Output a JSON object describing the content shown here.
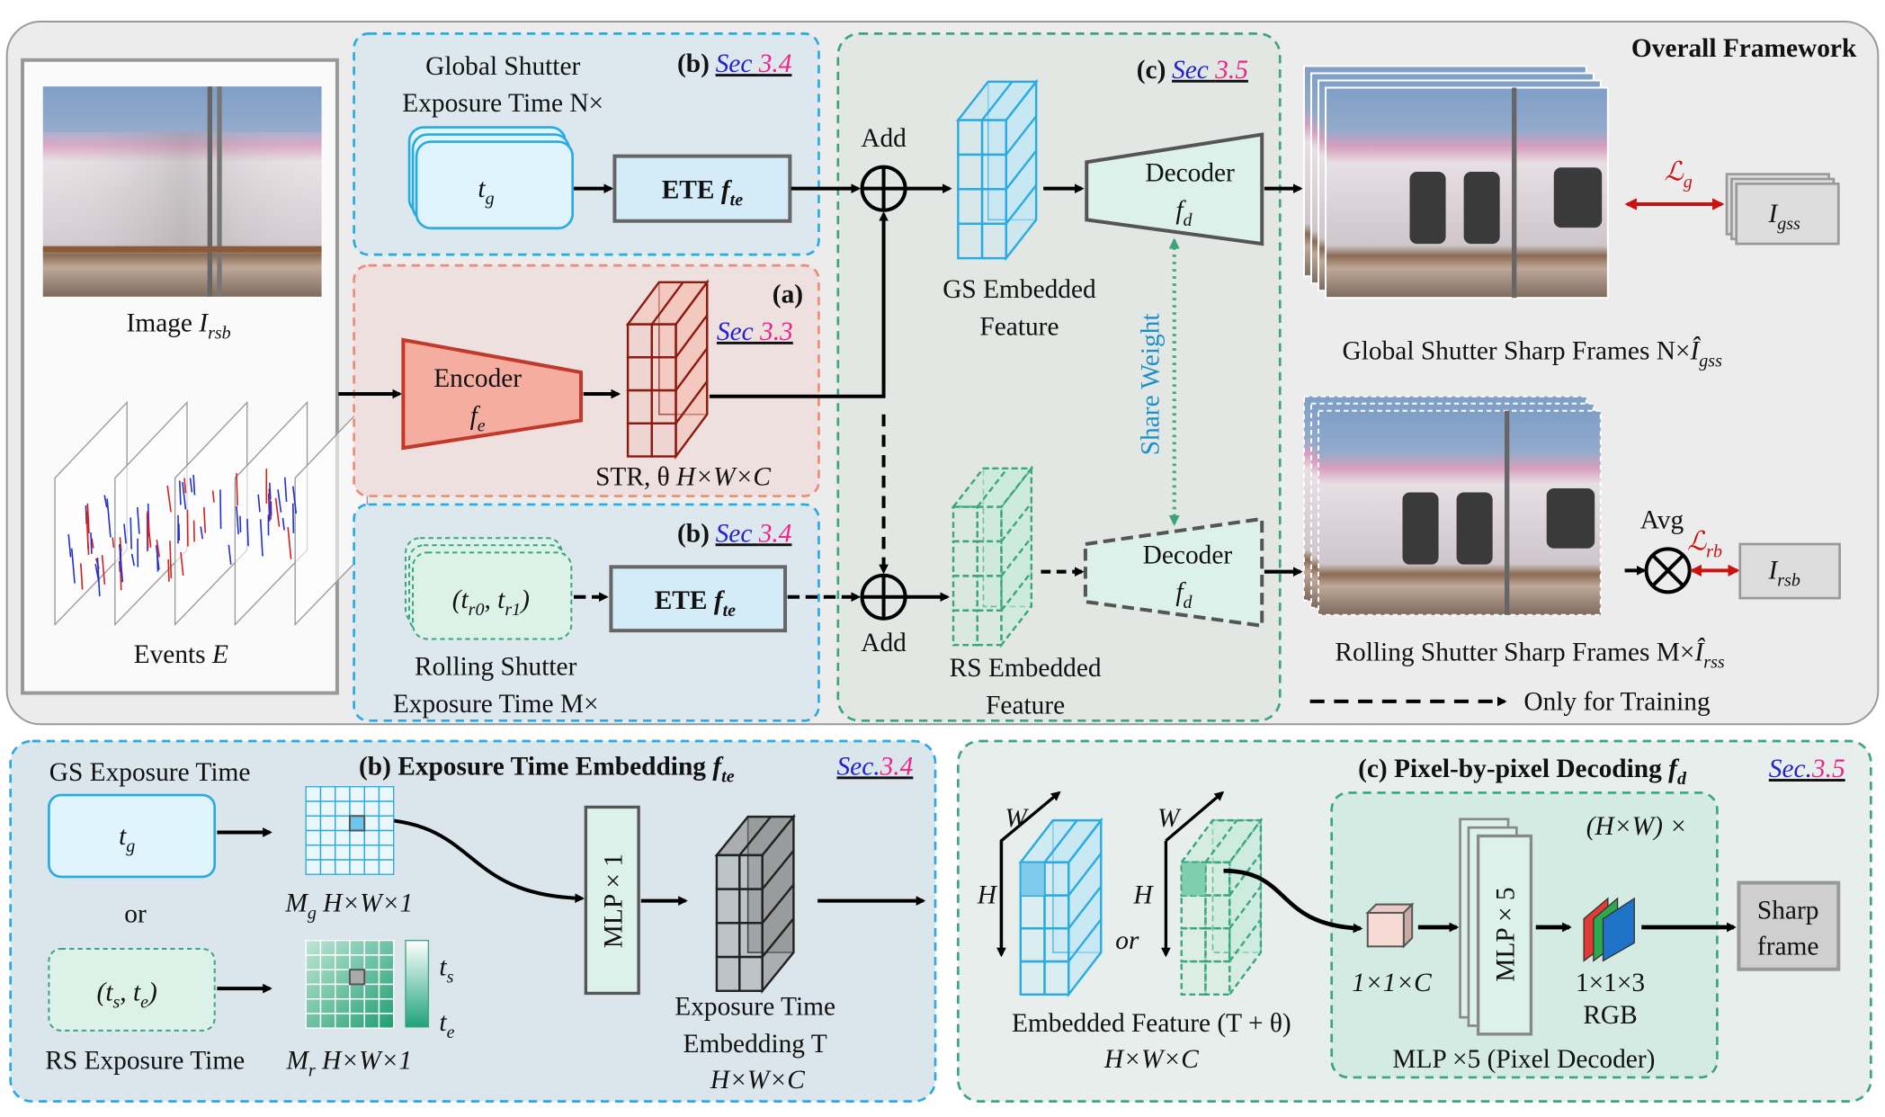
{
  "overall_title": "Overall Framework",
  "input": {
    "image_label": "Image ",
    "image_symbol": "I",
    "image_sub": "rsb",
    "events_label": "Events ",
    "events_symbol": "E"
  },
  "gs_branch": {
    "tag": "(b)",
    "sec_word": "Sec ",
    "sec_num": "3.4",
    "line1": "Global Shutter",
    "line2": "Exposure Time N×",
    "input_symbol": "t",
    "input_sub": "g",
    "ete_label": "ETE ",
    "ete_symbol": "f",
    "ete_sub": "te"
  },
  "encoder_branch": {
    "tag": "(a)",
    "sec_word": "Sec ",
    "sec_num": "3.3",
    "encoder_label": "Encoder",
    "encoder_symbol": "f",
    "encoder_sub": "e",
    "str_label": "STR, θ  ",
    "str_dims": "H×W×C"
  },
  "rs_branch": {
    "tag": "(b)",
    "sec_word": "Sec ",
    "sec_num": "3.4",
    "input_label": "(t",
    "input_sub0": "r0",
    "input_mid": ", t",
    "input_sub1": "r1",
    "input_end": ")",
    "ete_label": "ETE ",
    "ete_symbol": "f",
    "ete_sub": "te",
    "line1": "Rolling Shutter",
    "line2": "Exposure Time M×"
  },
  "decoding_branch": {
    "tag": "(c)",
    "sec_word": "Sec ",
    "sec_num": "3.5",
    "add_top": "Add",
    "add_bottom": "Add",
    "gs_feature_line1": "GS Embedded",
    "gs_feature_line2": "Feature",
    "rs_feature_line1": "RS Embedded",
    "rs_feature_line2": "Feature",
    "decoder_label": "Decoder",
    "decoder_symbol": "f",
    "decoder_sub": "d",
    "share_weight": "Share Weight"
  },
  "outputs": {
    "gs_caption": "Global Shutter Sharp Frames N×",
    "gs_symbol": "Î",
    "gs_sub": "gss",
    "gt_gs_symbol": "I",
    "gt_gs_sub": "gss",
    "loss_g": "ℒ",
    "loss_g_sub": "g",
    "rs_caption": "Rolling Shutter Sharp Frames M×",
    "rs_symbol": "Î",
    "rs_sub": "rss",
    "avg_label": "Avg",
    "loss_rb": "ℒ",
    "loss_rb_sub": "rb",
    "gt_rs_symbol": "I",
    "gt_rs_sub": "rsb",
    "legend_training": "Only for Training"
  },
  "ete_detail": {
    "title": "(b) Exposure Time Embedding ",
    "title_symbol": "f",
    "title_sub": "te",
    "sec": "Sec.",
    "sec_num": "3.4",
    "gs_label": "GS Exposure Time",
    "gs_symbol": "t",
    "gs_sub": "g",
    "or": "or",
    "rs_input": "(t",
    "rs_sub_s": "s",
    "rs_mid": ", t",
    "rs_sub_e": "e",
    "rs_end": ")",
    "rs_label": "RS Exposure Time",
    "mg_symbol": "M",
    "mg_sub": "g",
    "mg_dims": " H×W×1",
    "mr_symbol": "M",
    "mr_sub": "r",
    "mr_dims": " H×W×1",
    "ts_symbol": "t",
    "ts_sub": "s",
    "te_symbol": "t",
    "te_sub": "e",
    "mlp_label": "MLP × 1",
    "out_line1": "Exposure Time",
    "out_line2": "Embedding T",
    "out_line3": "H×W×C"
  },
  "decoder_detail": {
    "title": "(c) Pixel-by-pixel Decoding ",
    "title_symbol": "f",
    "title_sub": "d",
    "sec": "Sec.",
    "sec_num": "3.5",
    "axis_w1": "W",
    "axis_h1": "H",
    "axis_w2": "W",
    "axis_h2": "H",
    "or": "or",
    "feature_line1": "Embedded Feature (T + θ)",
    "feature_line2": "H×W×C",
    "repeat_label": "(H×W) ×",
    "vector_label": "1×1×C",
    "mlp_label": "MLP × 5",
    "rgb_dims": "1×1×3",
    "rgb_label": "RGB",
    "pixel_decoder_label": "MLP ×5 (Pixel Decoder)",
    "sharp_line1": "Sharp",
    "sharp_line2": "frame"
  },
  "colors": {
    "sec_word": "#2222cc",
    "sec_num": "#ee2288",
    "gs_blue": "#29abe2",
    "rs_green": "#3aa57f",
    "encoder_red": "#f4a79a",
    "loss_red": "#cc1111",
    "share_weight": "#1e90c8"
  }
}
